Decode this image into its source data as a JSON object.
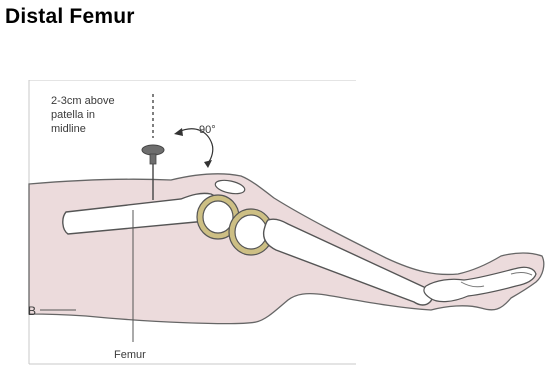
{
  "title": "Distal Femur",
  "diagram": {
    "needle_site_label": [
      "2-3cm above",
      "patella in",
      "midline"
    ],
    "angle_label": "90°",
    "panel_label": "B",
    "bone_label": "Femur"
  },
  "colors": {
    "skin_fill": "#ecdbdc",
    "bone_fill": "#ffffff",
    "outline": "#555555",
    "cartilage": "#cdbf84",
    "panel_border": "#c8c8c8"
  }
}
